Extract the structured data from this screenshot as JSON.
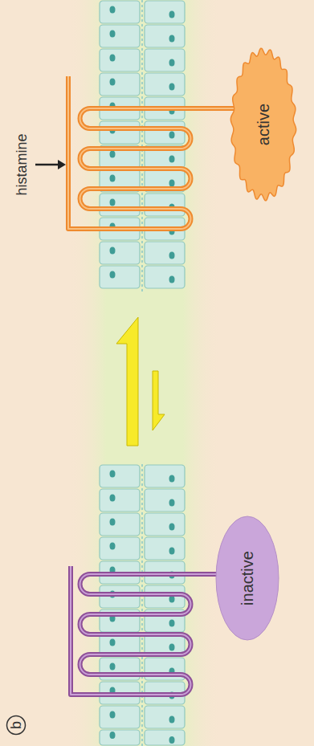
{
  "diagram": {
    "nodes": [
      {
        "text": [
          "b"
        ]
      },
      {
        "text": [
          "inactive"
        ]
      },
      {
        "text": [
          "active"
        ]
      }
    ],
    "labels": [
      "histamine"
    ]
  }
}
